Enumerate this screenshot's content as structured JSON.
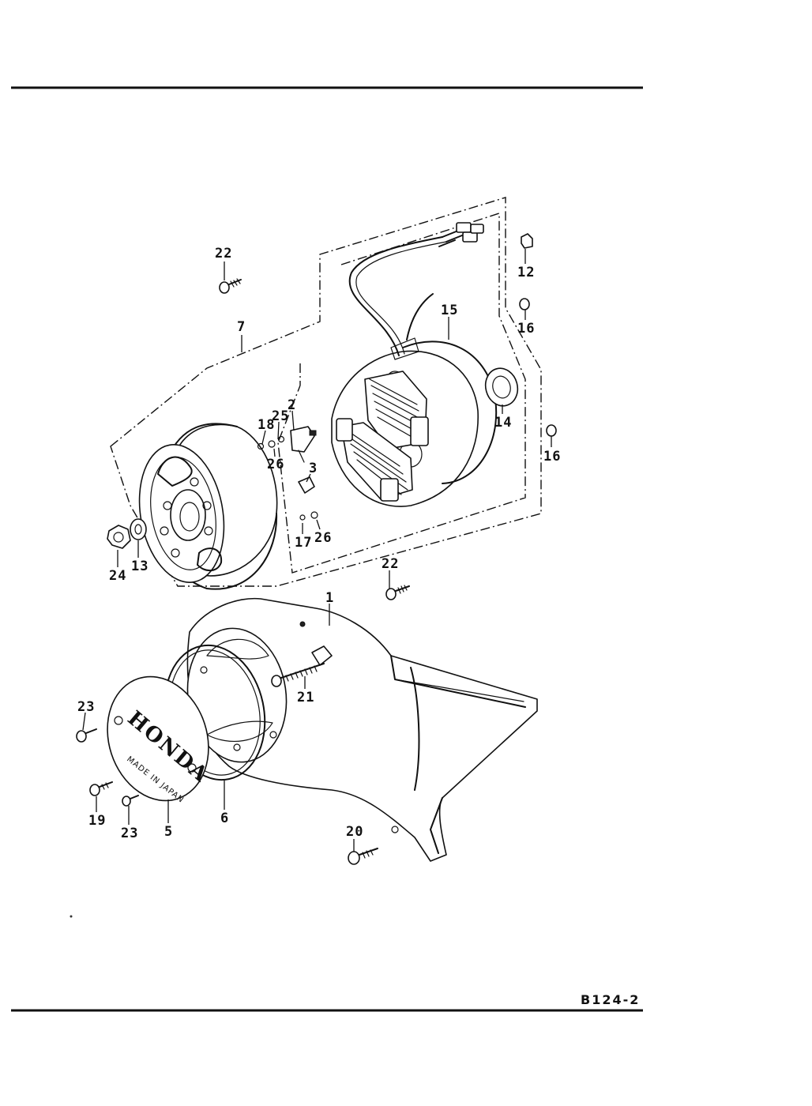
{
  "page": {
    "code": "B124-2"
  },
  "logo": {
    "brand": "HONDA",
    "origin": "MADE IN JAPAN"
  },
  "callouts": {
    "c1": "1",
    "c2": "2",
    "c3": "3",
    "c5": "5",
    "c6": "6",
    "c7": "7",
    "c12": "12",
    "c13": "13",
    "c14": "14",
    "c15": "15",
    "c16a": "16",
    "c16b": "16",
    "c17": "17",
    "c18": "18",
    "c19": "19",
    "c20": "20",
    "c21": "21",
    "c22a": "22",
    "c22b": "22",
    "c23a": "23",
    "c23b": "23",
    "c24": "24",
    "c25": "25",
    "c26a": "26",
    "c26b": "26"
  }
}
